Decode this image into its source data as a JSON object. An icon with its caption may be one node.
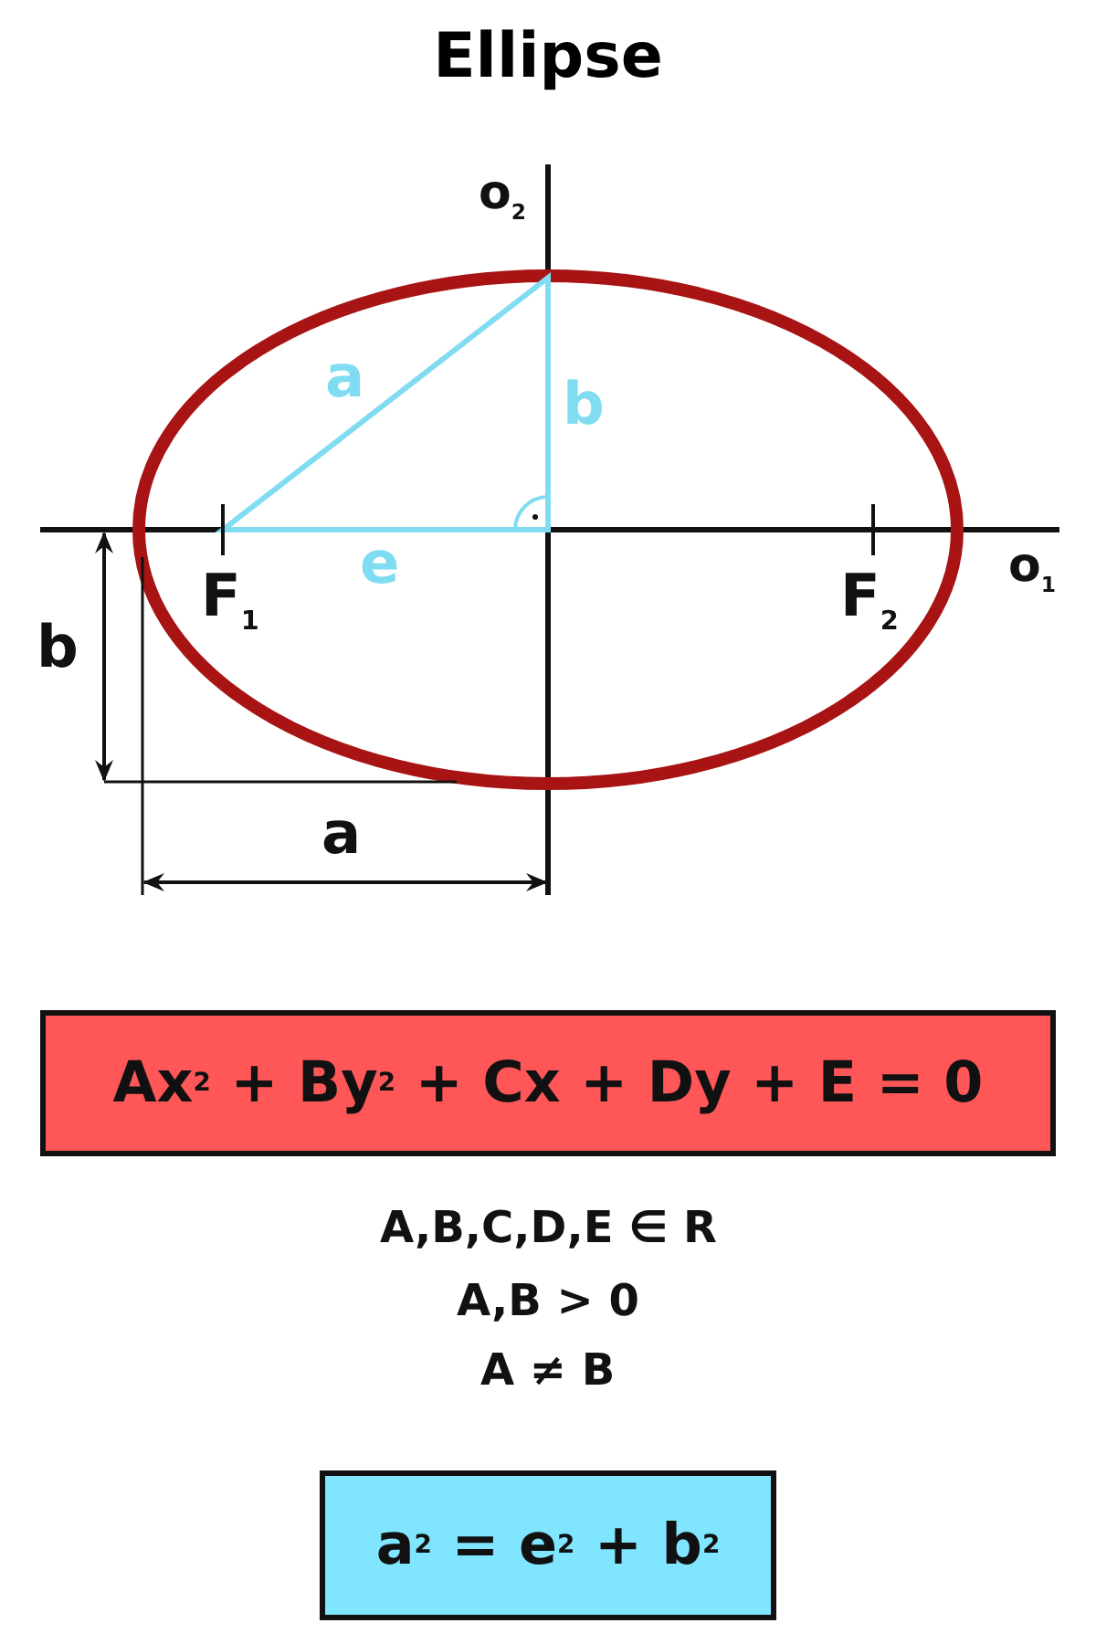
{
  "diagram": {
    "title": "Ellipse",
    "nodes": [
      {
        "text": [
          "Ax$^{2}$ + By$^{2}$ + Cx + Dy + E = 0"
        ]
      },
      {
        "text": [
          "a$^{2}$ = e$^{2}$ + b$^{2}$"
        ]
      }
    ],
    "edges": [],
    "labels": [
      "o$_{2}$",
      "a",
      "b",
      "F$_{1}$",
      "e",
      "F$_{2}$",
      "o$_{1}$",
      "b",
      "a",
      "A,B,C,D,E ∈ R",
      "A,B > 0",
      "A ≠ B"
    ]
  }
}
